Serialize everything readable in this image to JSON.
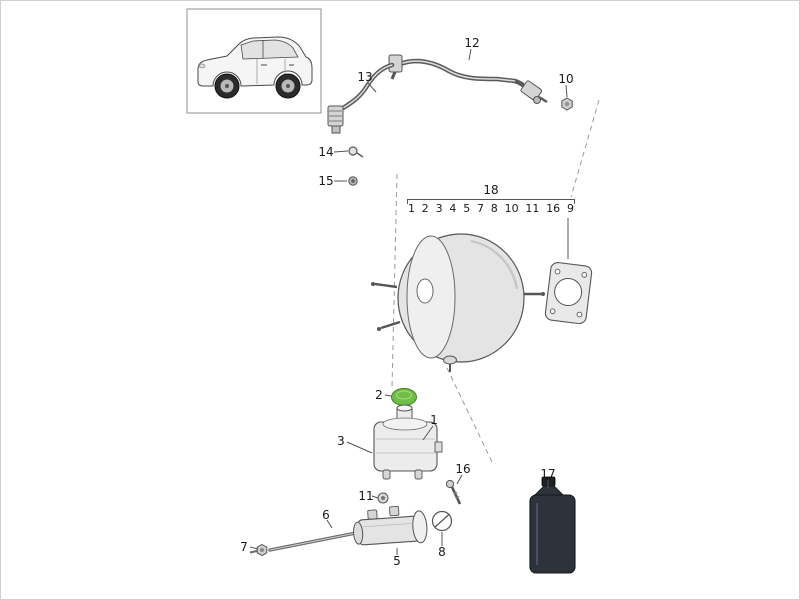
{
  "labels": {
    "p1": "1",
    "p2": "2",
    "p3": "3",
    "p5": "5",
    "p6": "6",
    "p7": "7",
    "p8": "8",
    "p10": "10",
    "p11": "11",
    "p12": "12",
    "p13": "13",
    "p14": "14",
    "p15": "15",
    "p16": "16",
    "p17": "17"
  },
  "group": {
    "label": "18",
    "numbers": [
      "1",
      "2",
      "3",
      "4",
      "5",
      "7",
      "8",
      "10",
      "11",
      "16",
      "9"
    ]
  },
  "colors": {
    "highlight": "#6fbf44",
    "line": "#555555",
    "dash": "#9a9a9a",
    "bottle": "#2e333b"
  }
}
